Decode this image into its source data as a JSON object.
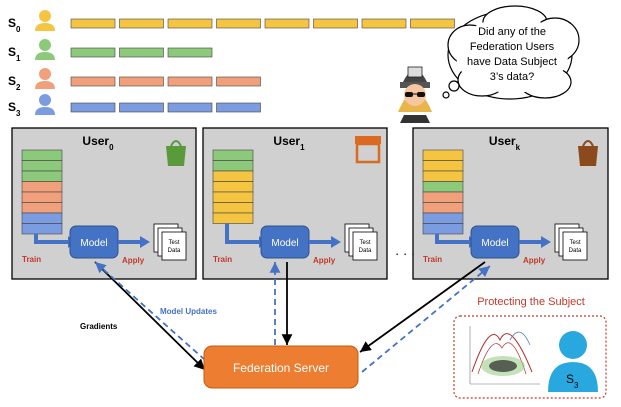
{
  "subjects": [
    {
      "base": "S",
      "sub": "0",
      "color": "#f5c542",
      "blocks": 8
    },
    {
      "base": "S",
      "sub": "1",
      "color": "#8cc97a",
      "blocks": 3
    },
    {
      "base": "S",
      "sub": "2",
      "color": "#f0a07a",
      "blocks": 4
    },
    {
      "base": "S",
      "sub": "3",
      "color": "#7b9ce0",
      "blocks": 4
    }
  ],
  "question": [
    "Did any of the",
    "Federation Users",
    "have Data Subject",
    "3’s data?"
  ],
  "users": [
    {
      "base": "User",
      "sub": "0",
      "model": "Model",
      "train": "Train",
      "apply": "Apply",
      "test": [
        "Test",
        "Data"
      ],
      "stack": [
        "#8cc97a",
        "#8cc97a",
        "#8cc97a",
        "#f0a07a",
        "#f0a07a",
        "#f0a07a",
        "#7b9ce0",
        "#7b9ce0"
      ],
      "icon": "grocery-bag-icon",
      "iconColor": "#5a9a3a"
    },
    {
      "base": "User",
      "sub": "1",
      "model": "Model",
      "train": "Train",
      "apply": "Apply",
      "test": [
        "Test",
        "Data"
      ],
      "stack": [
        "#8cc97a",
        "#8cc97a",
        "#f5c542",
        "#f5c542",
        "#f5c542",
        "#f5c542",
        "#f5c542"
      ],
      "icon": "market-stall-icon",
      "iconColor": "#d96a20"
    },
    {
      "base": "User",
      "sub": "k",
      "model": "Model",
      "train": "Train",
      "apply": "Apply",
      "test": [
        "Test",
        "Data"
      ],
      "stack": [
        "#f5c542",
        "#f5c542",
        "#f5c542",
        "#8cc97a",
        "#f0a07a",
        "#f0a07a",
        "#7b9ce0",
        "#7b9ce0"
      ],
      "icon": "shopping-bag-icon",
      "iconColor": "#8a4a1c"
    }
  ],
  "ellipsis": "· · ·",
  "gradients": "Gradients",
  "model_updates": "Model Updates",
  "server": "Federation Server",
  "protecting": "Protecting the Subject",
  "subject_badge": {
    "base": "S",
    "sub": "3"
  },
  "colors": {
    "train": "#c0392b",
    "link": "#4472c4",
    "server": "#ed7d31",
    "protect": "#c0392b",
    "model": "#4472c4",
    "panel": "#d0d0d0"
  }
}
